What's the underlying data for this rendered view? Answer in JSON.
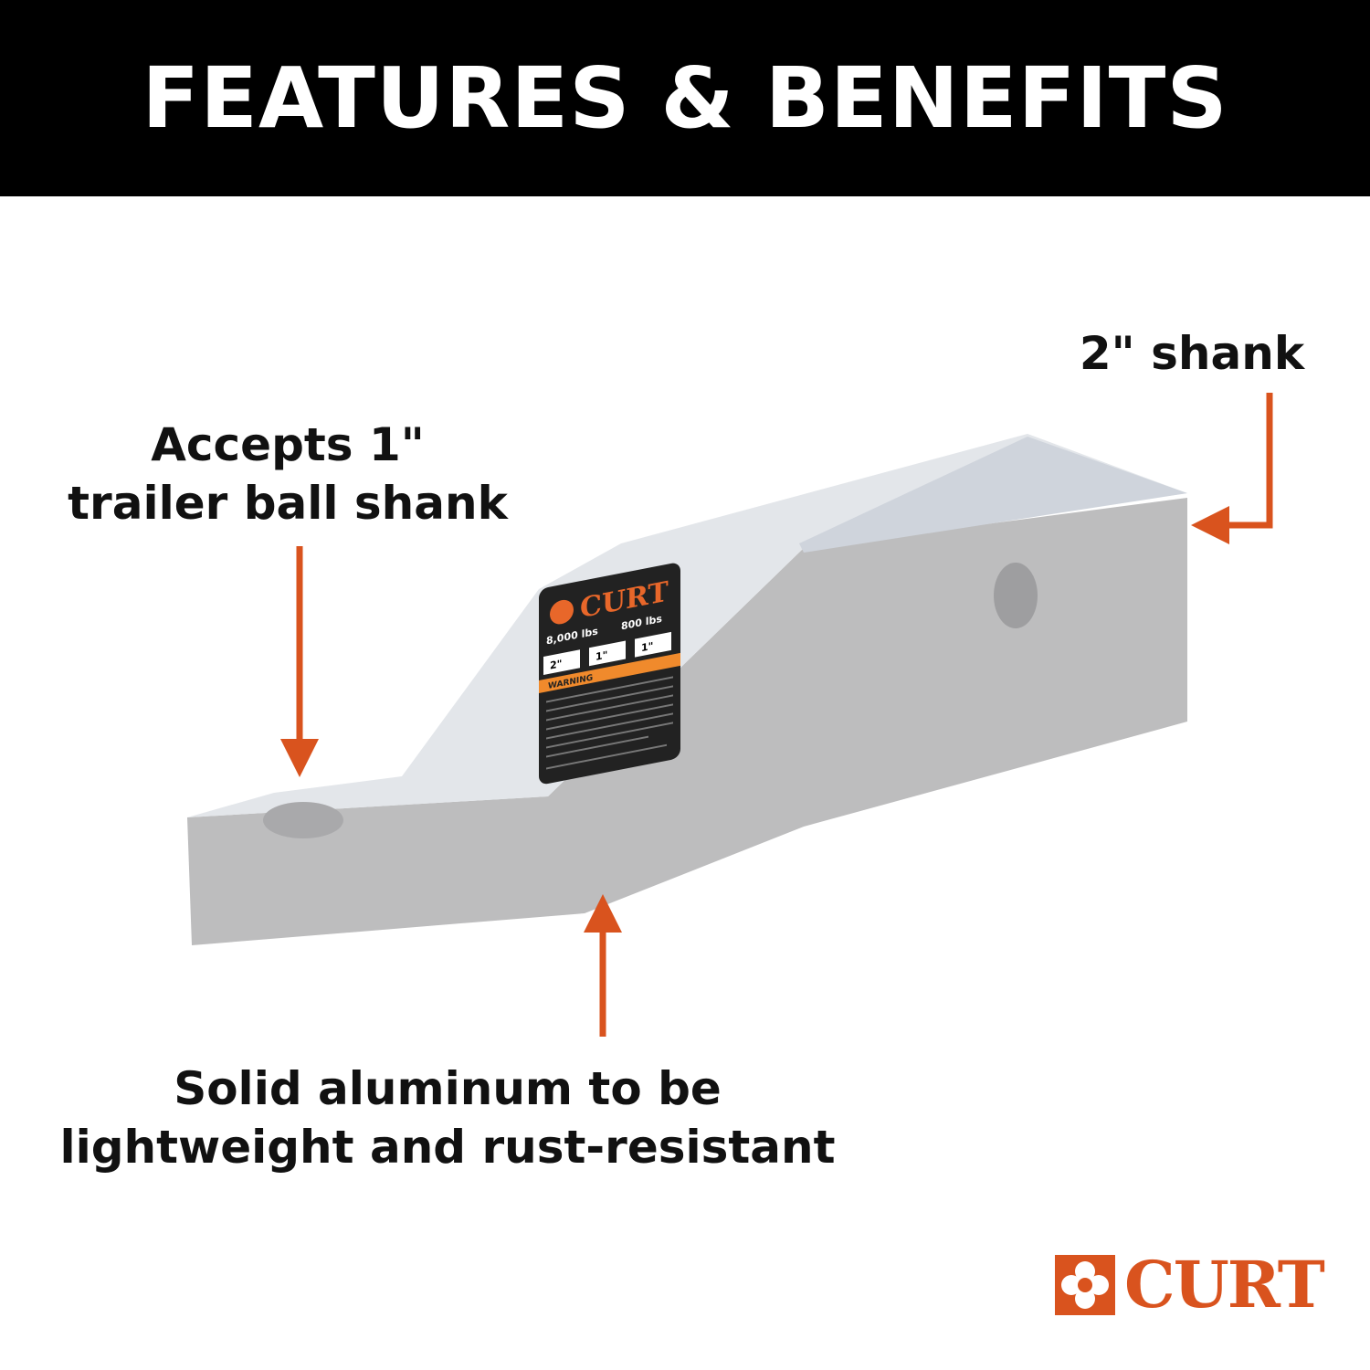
{
  "banner": {
    "title": "FEATURES & BENEFITS"
  },
  "callouts": [
    {
      "line1": "Accepts 1\"",
      "line2": "trailer ball shank"
    },
    {
      "line1": "2\" shank"
    },
    {
      "line1": "Solid aluminum to be",
      "line2": "lightweight and rust-resistant"
    }
  ],
  "product_label": {
    "brand": "CURT",
    "gtw": "8,000 lbs",
    "tw": "800 lbs",
    "drop": "2\"",
    "rise": "1\"",
    "hole": "1\"",
    "warning": "WARNING"
  },
  "logo": {
    "text": "CURT"
  },
  "colors": {
    "accent": "#d9531e",
    "banner": "#000000",
    "metal_top": "#e4e6ea",
    "metal_side": "#bfbfc0"
  }
}
